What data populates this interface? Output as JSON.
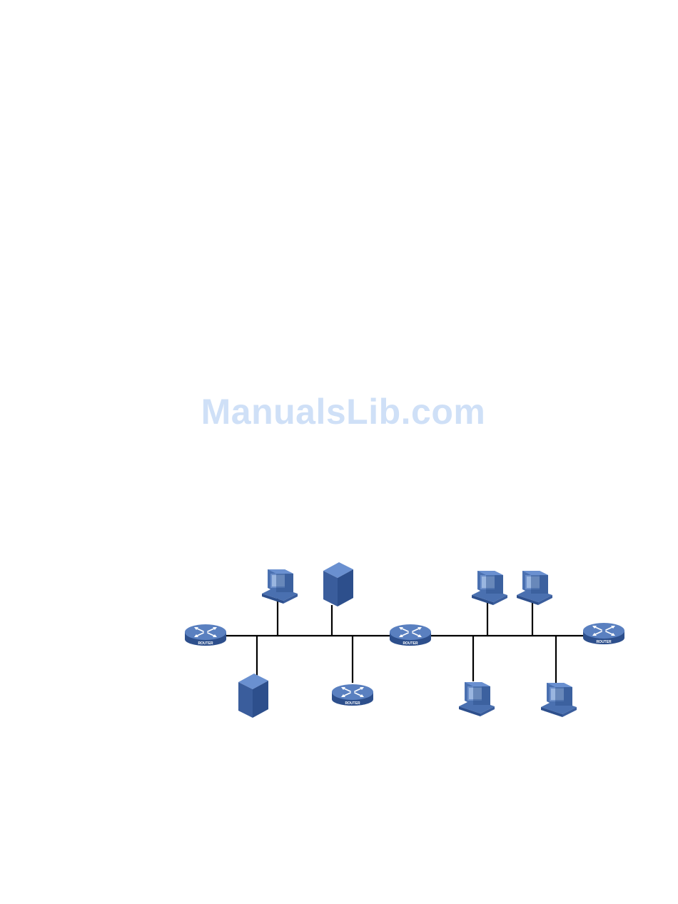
{
  "watermark": {
    "text": "ManualsLib.com"
  },
  "colors": {
    "background": "#ffffff",
    "watermark": "#cfe0f7",
    "device_blue": "#4a70b0",
    "device_dark": "#2d4f8c",
    "line": "#000000"
  },
  "diagram": {
    "router_label": "ROUTER",
    "nodes": [
      {
        "id": "router-left",
        "type": "router"
      },
      {
        "id": "router-center",
        "type": "router"
      },
      {
        "id": "router-right",
        "type": "router"
      },
      {
        "id": "router-bottom",
        "type": "router"
      },
      {
        "id": "pc-top-left",
        "type": "pc"
      },
      {
        "id": "server-top",
        "type": "server"
      },
      {
        "id": "server-bottom",
        "type": "server"
      },
      {
        "id": "pc-top-right-1",
        "type": "pc"
      },
      {
        "id": "pc-top-right-2",
        "type": "pc"
      },
      {
        "id": "pc-bottom-right-1",
        "type": "pc"
      },
      {
        "id": "pc-bottom-right-2",
        "type": "pc"
      }
    ]
  }
}
